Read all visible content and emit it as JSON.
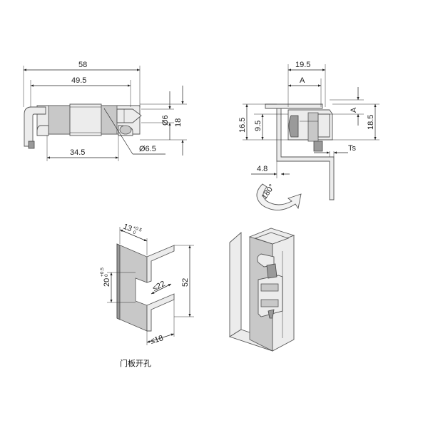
{
  "front_view": {
    "overall_width": "58",
    "inner_width": "49.5",
    "bottom_width": "34.5",
    "pin_diameter": "Ø6",
    "body_height": "18",
    "hole_diameter": "Ø6.5"
  },
  "side_view": {
    "top_width": "19.5",
    "ref_a_top": "A",
    "ref_a_side": "A",
    "height_left": "16.5",
    "height_inner": "9.5",
    "height_right": "18.5",
    "thickness": "Ts",
    "offset": "4.8",
    "rotation": "180°"
  },
  "cutout_view": {
    "top_width": "13",
    "top_tol_upper": "+0.5",
    "top_tol_lower": "0",
    "slot_height": "20",
    "slot_tol_upper": "+0.5",
    "slot_tol_lower": "0",
    "depth": "≤22",
    "total_height": "52",
    "bottom_depth": "≤18",
    "caption": "门板开孔"
  },
  "colors": {
    "line": "#222222",
    "part_fill": "#ececec",
    "shade": "#9a9a9a"
  }
}
